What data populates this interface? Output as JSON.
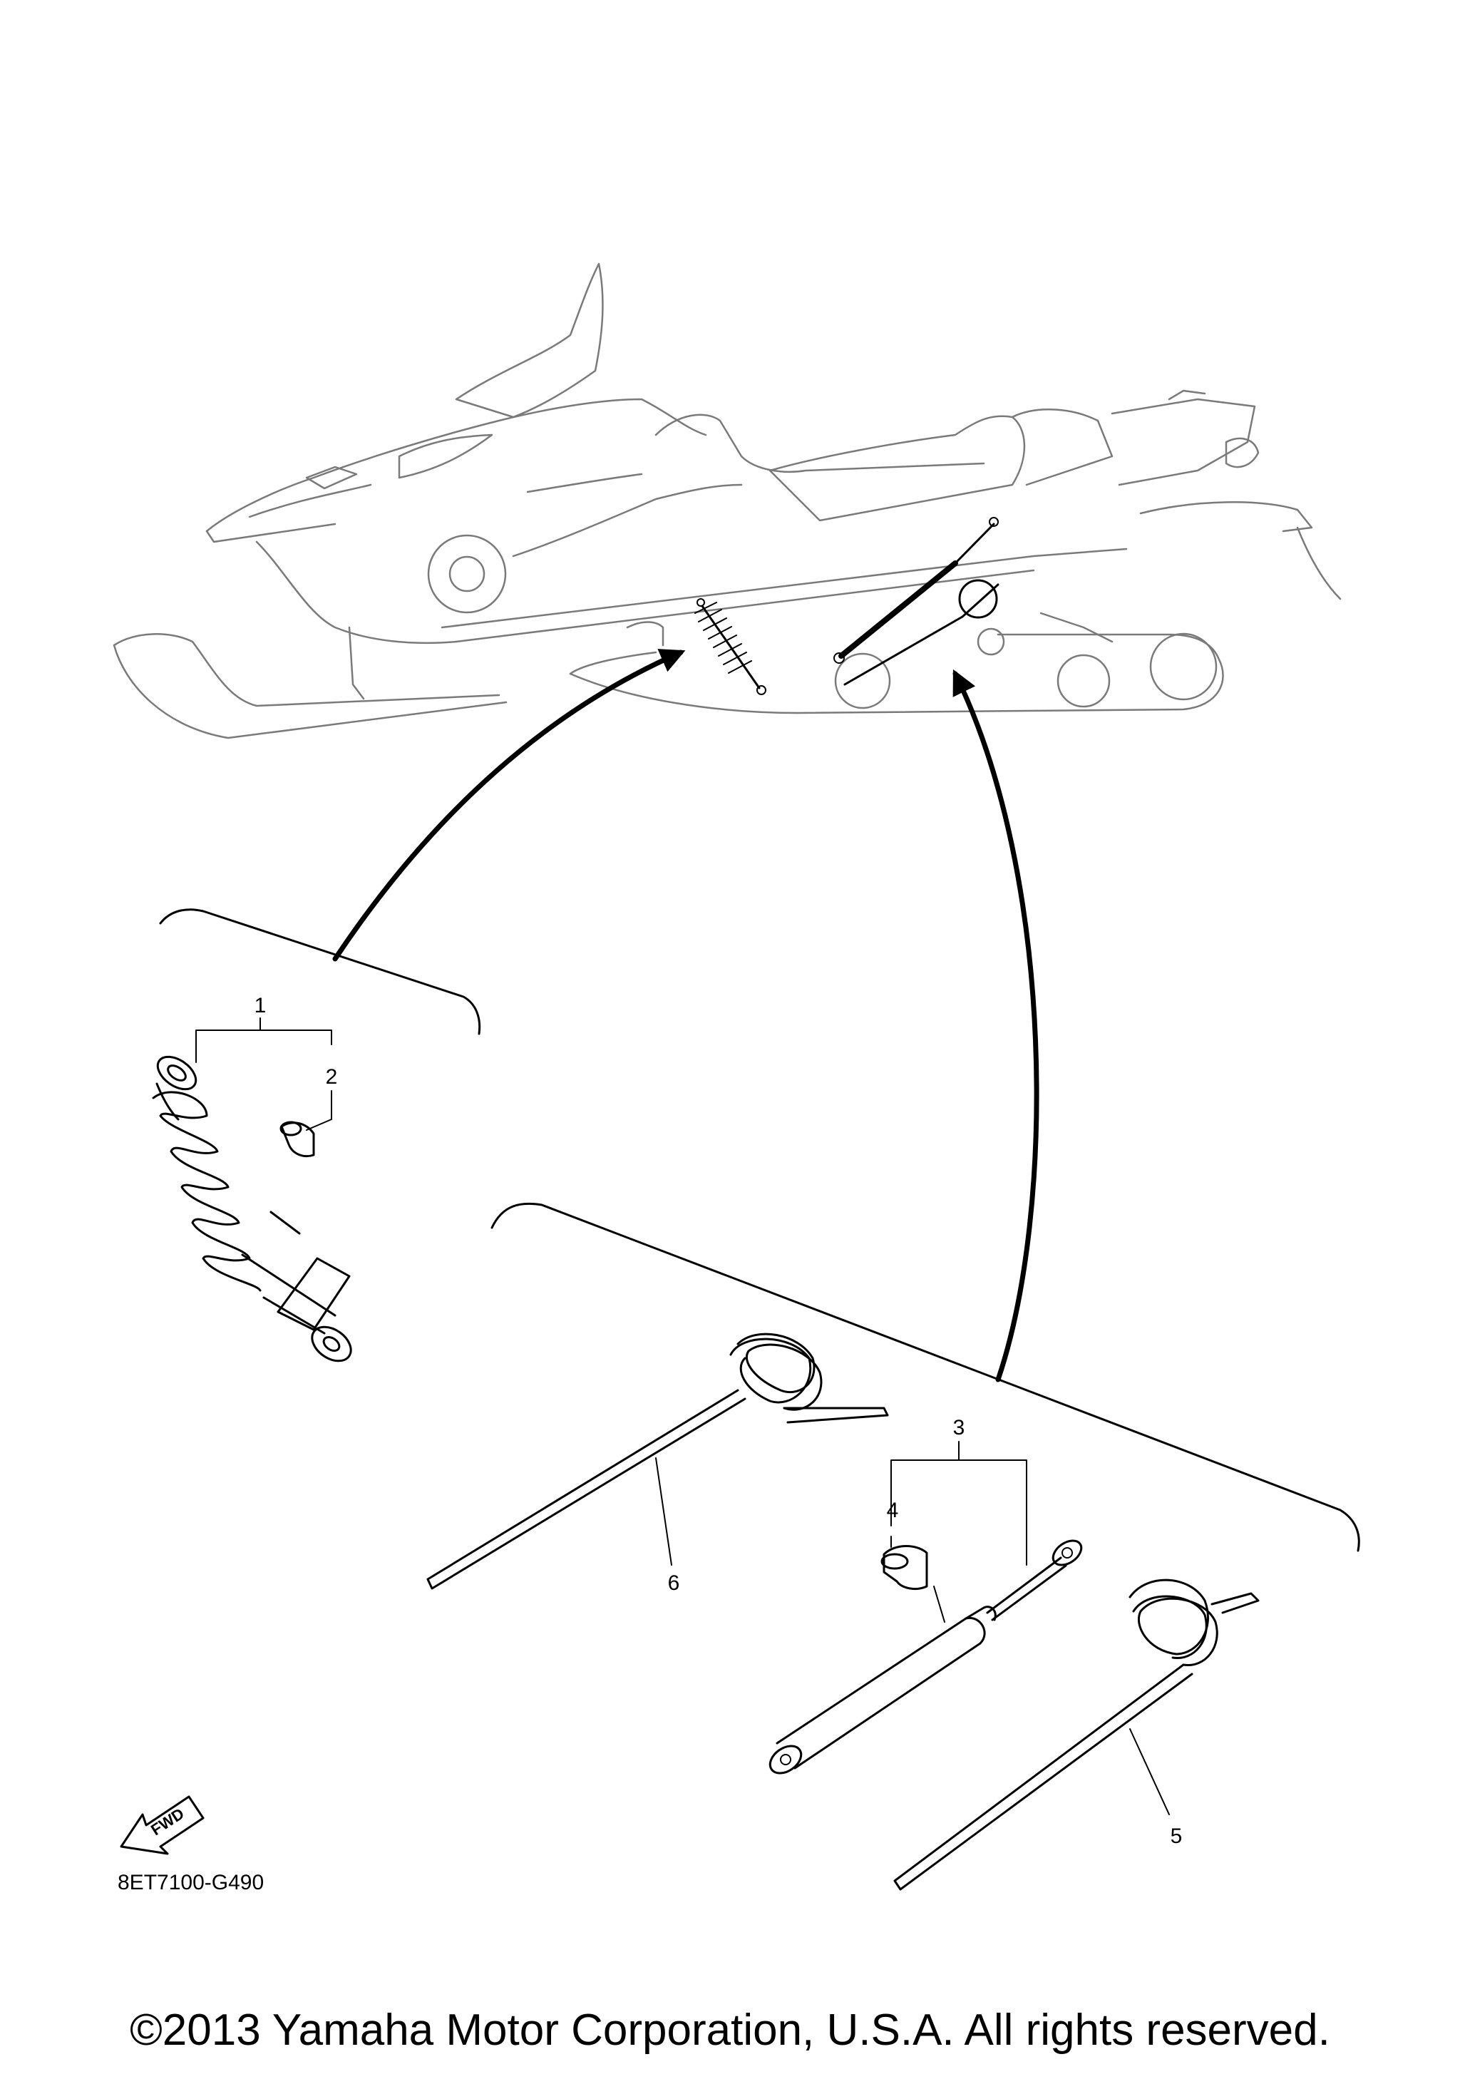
{
  "diagram": {
    "callouts": [
      "1",
      "2",
      "3",
      "4",
      "5",
      "6"
    ],
    "figure_code": "8ET7100-G490",
    "fwd_label": "FWD",
    "copyright": "©2013 Yamaha Motor Corporation, U.S.A. All rights reserved."
  }
}
